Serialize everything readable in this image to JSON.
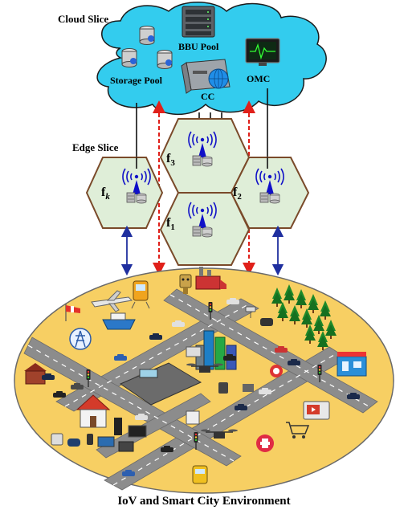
{
  "cloud": {
    "title": "Cloud Slice",
    "storage_label": "Storage Pool",
    "bbu_label": "BBU Pool",
    "cc_label": "CC",
    "omc_label": "OMC"
  },
  "edge": {
    "title": "Edge Slice",
    "cells": [
      {
        "base": "f",
        "sub": "k"
      },
      {
        "base": "f",
        "sub": "3"
      },
      {
        "base": "f",
        "sub": "1"
      },
      {
        "base": "f",
        "sub": "2"
      }
    ]
  },
  "environment": {
    "caption": "IoV and Smart City Environment"
  },
  "colors": {
    "cloud_fill": "#33ccee",
    "hex_fill": "#dfeed8",
    "hex_stroke": "#7a4a2a",
    "ground_fill": "#f7cf63",
    "road": "#8c8c8c",
    "link_blue": "#1f2f9f",
    "link_red": "#e0201a"
  }
}
